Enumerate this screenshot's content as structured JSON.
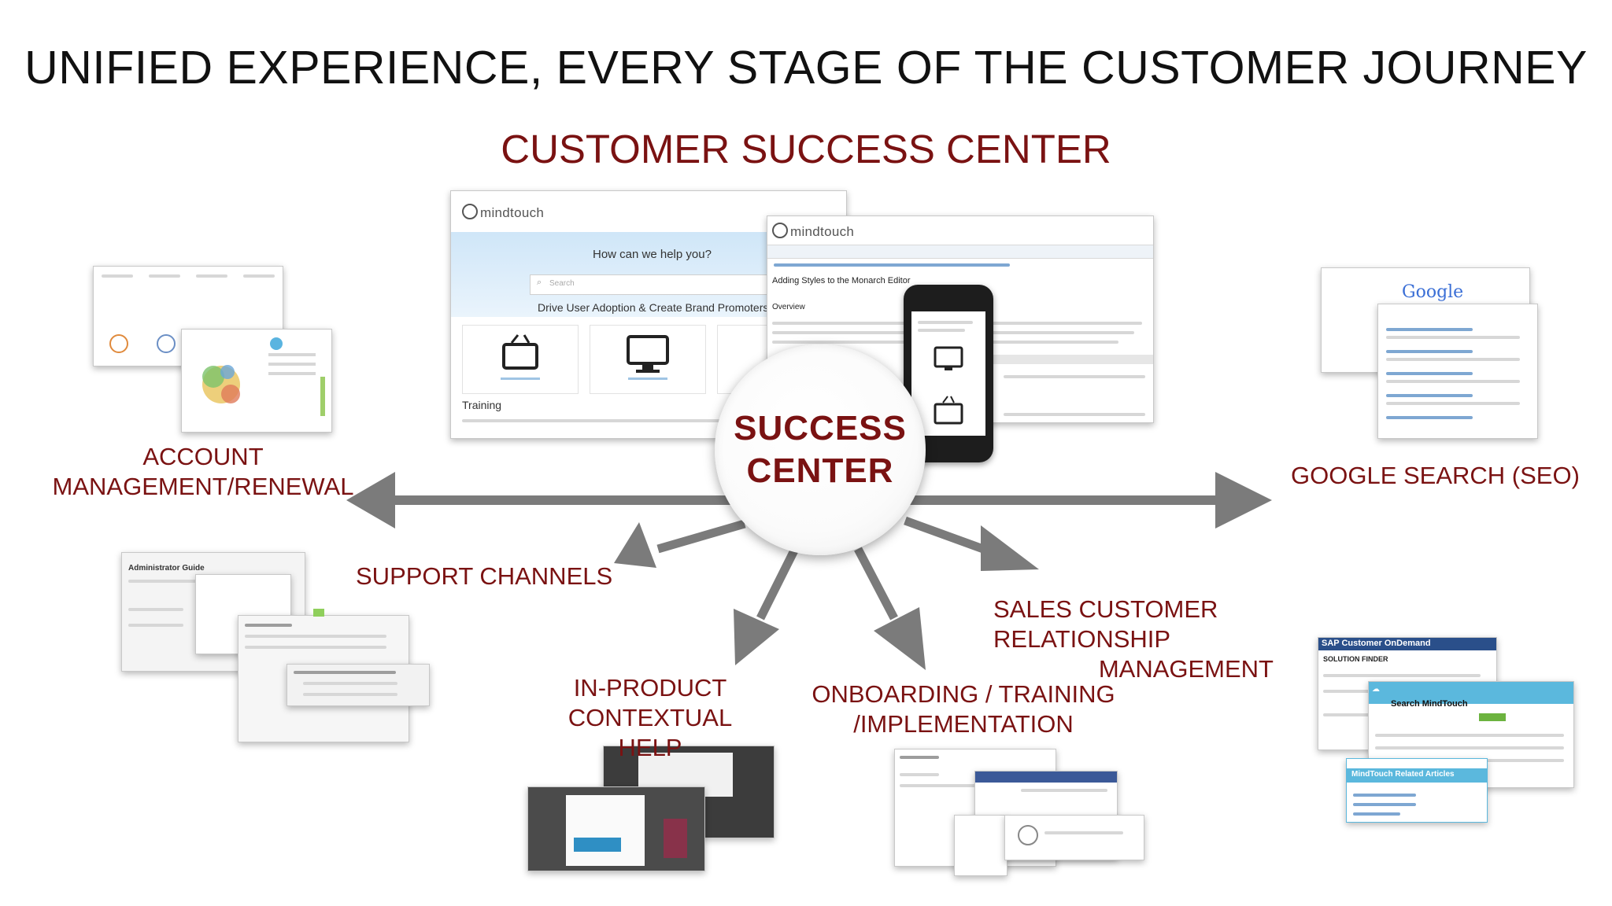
{
  "title": "UNIFIED EXPERIENCE, EVERY STAGE OF THE CUSTOMER JOURNEY",
  "subtitle": "CUSTOMER SUCCESS CENTER",
  "hub": {
    "line1": "SUCCESS",
    "line2": "CENTER"
  },
  "labels": {
    "account": [
      "ACCOUNT",
      "MANAGEMENT/RENEWAL"
    ],
    "google": "GOOGLE SEARCH (SEO)",
    "support": "SUPPORT CHANNELS",
    "sales": [
      "SALES CUSTOMER",
      "RELATIONSHIP",
      "MANAGEMENT"
    ],
    "inproduct": [
      "IN-PRODUCT",
      "CONTEXTUAL",
      "HELP"
    ],
    "onboarding": [
      "ONBOARDING / TRAINING",
      "/IMPLEMENTATION"
    ]
  },
  "screens": {
    "portal": {
      "logo": "mindtouch",
      "question": "How can we help you?",
      "search_placeholder": "Search",
      "tagline": "Drive User Adoption & Create Brand Promoters",
      "section": "Training"
    },
    "editor": {
      "logo": "mindtouch",
      "heading": "Adding Styles to the Monarch Editor",
      "subheading": "Overview"
    },
    "google": {
      "logo": "Google"
    },
    "sap": {
      "header": "SAP Customer OnDemand",
      "solution": "SOLUTION FINDER",
      "search_title": "Search MindTouch",
      "related": "MindTouch Related Articles"
    },
    "support": {
      "title": "Administrator Guide"
    }
  },
  "colors": {
    "accent": "#7a1212",
    "arrow": "#7b7b7b"
  }
}
